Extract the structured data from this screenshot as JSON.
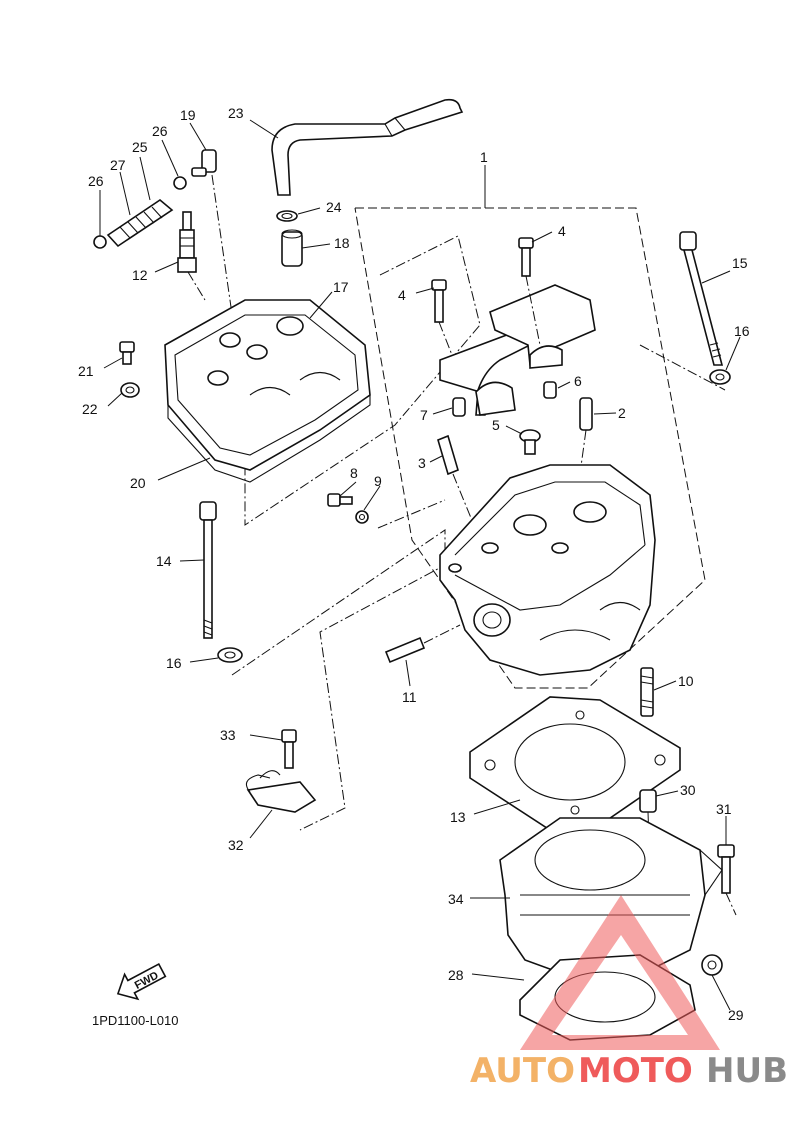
{
  "diagram": {
    "code": "1PD1100-L010",
    "fwd_label": "FWD",
    "callouts": [
      "1",
      "2",
      "3",
      "4",
      "4",
      "5",
      "6",
      "7",
      "8",
      "9",
      "10",
      "11",
      "12",
      "13",
      "14",
      "15",
      "16",
      "16",
      "17",
      "18",
      "19",
      "20",
      "21",
      "22",
      "23",
      "24",
      "25",
      "26",
      "26",
      "27",
      "28",
      "29",
      "30",
      "31",
      "32",
      "33",
      "34"
    ]
  },
  "watermark": {
    "part1": "AUTO",
    "part2": "MOTO",
    "part3": "HUB",
    "color_orange": "#f3b267",
    "color_red": "#ef5b5b",
    "color_gray": "#8a8a8a"
  }
}
